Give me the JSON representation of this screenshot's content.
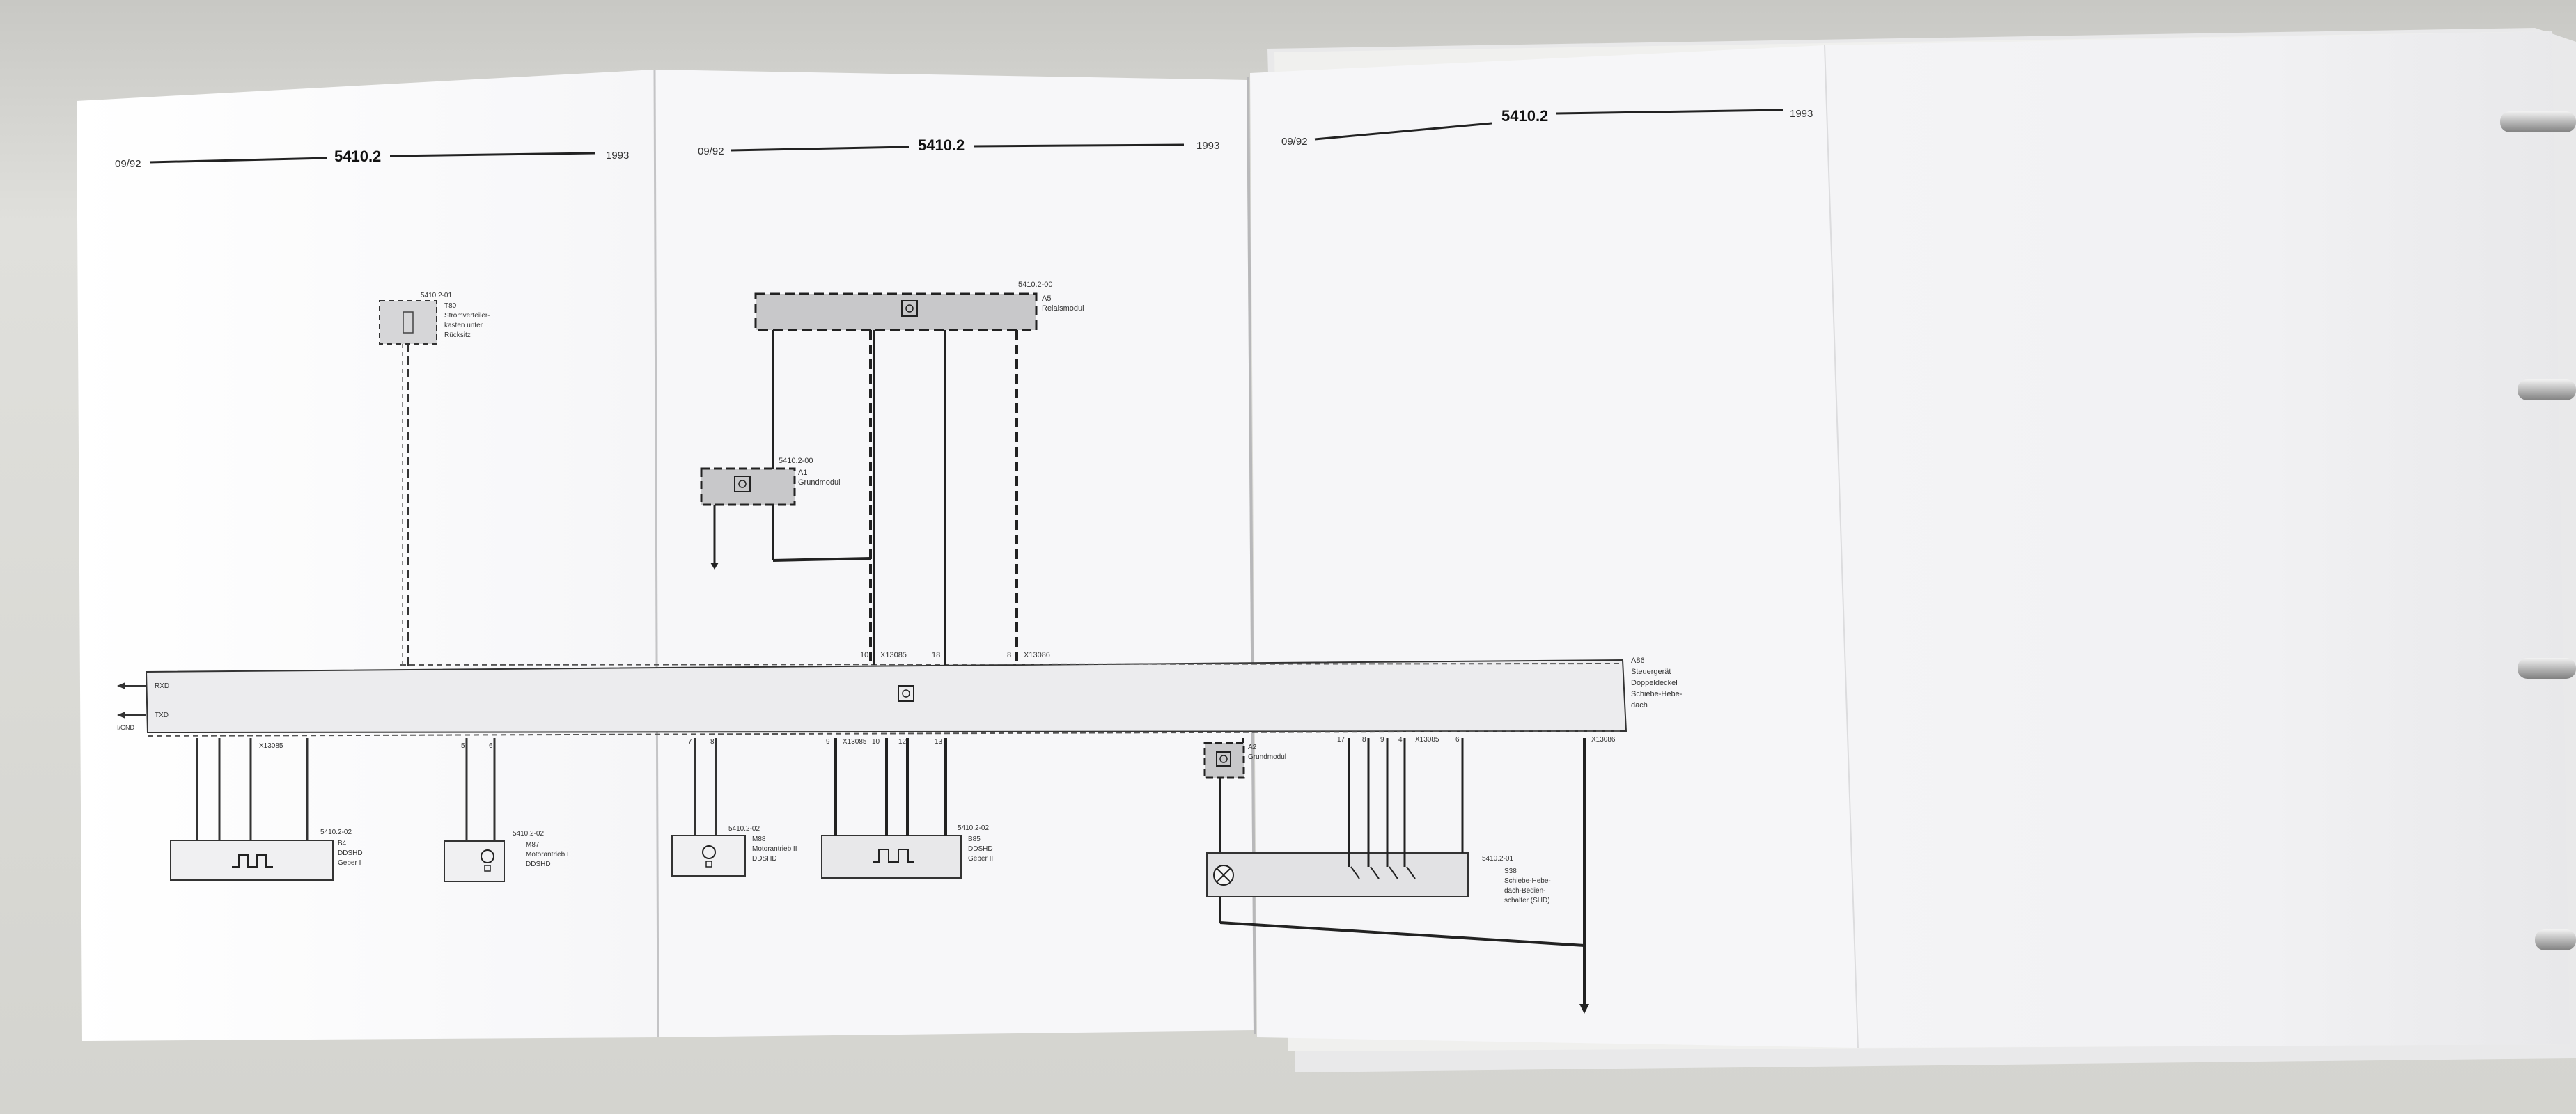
{
  "page_left": {
    "date": "09/92",
    "code": "5410.2",
    "year": "1993"
  },
  "page_mid": {
    "date": "09/92",
    "code": "5410.2",
    "year": "1993"
  },
  "page_right": {
    "date": "09/92",
    "code": "5410.2",
    "year": "1993"
  },
  "modules": {
    "a5": {
      "ref": "5410.2-00",
      "id": "A5",
      "name": "Relaismodul"
    },
    "a1": {
      "ref": "5410.2-00",
      "id": "A1",
      "name": "Grundmodul"
    },
    "sensor_top": {
      "ref": "5410.2-01",
      "id": "T80",
      "line1": "Stromverteiler-",
      "line2": "kasten unter",
      "line3": "Rücksitz"
    },
    "a86": {
      "id": "A86",
      "line1": "Steuergerät",
      "line2": "Doppeldeckel",
      "line3": "Schiebe-Hebe-",
      "line4": "dach"
    },
    "b_left": {
      "ref": "5410.2-02",
      "id": "B4",
      "line1": "DDSHD",
      "line2": "Geber I"
    },
    "m87": {
      "ref": "5410.2-02",
      "id": "M87",
      "line1": "Motorantrieb I",
      "line2": "DDSHD"
    },
    "m88": {
      "ref": "5410.2-02",
      "id": "M88",
      "line1": "Motorantrieb II",
      "line2": "DDSHD"
    },
    "b85": {
      "ref": "5410.2-02",
      "id": "B85",
      "line1": "DDSHD",
      "line2": "Geber II"
    },
    "small_mid": {
      "id": "A2",
      "name": "Grundmodul"
    },
    "s38": {
      "ref": "5410.2-01",
      "id": "S38",
      "line1": "Schiebe-Hebe-",
      "line2": "dach-Bedien-",
      "line3": "schalter (SHD)"
    }
  },
  "connectors": {
    "x13085": "X13085",
    "x13086": "X13086"
  },
  "pins": {
    "top_10": "10",
    "top_18": "18",
    "top_8": "8",
    "b_9": "9",
    "b_10": "10",
    "b_12": "12",
    "b_13": "13",
    "m_5": "5",
    "m_6": "6",
    "m_7": "7",
    "m_8": "8",
    "r_17": "17",
    "r_8": "8",
    "r_9": "9",
    "r_4": "4",
    "r_6": "6"
  },
  "side_labels": {
    "rxd": "RXD",
    "txd": "TXD",
    "gnd": "I/GND"
  }
}
